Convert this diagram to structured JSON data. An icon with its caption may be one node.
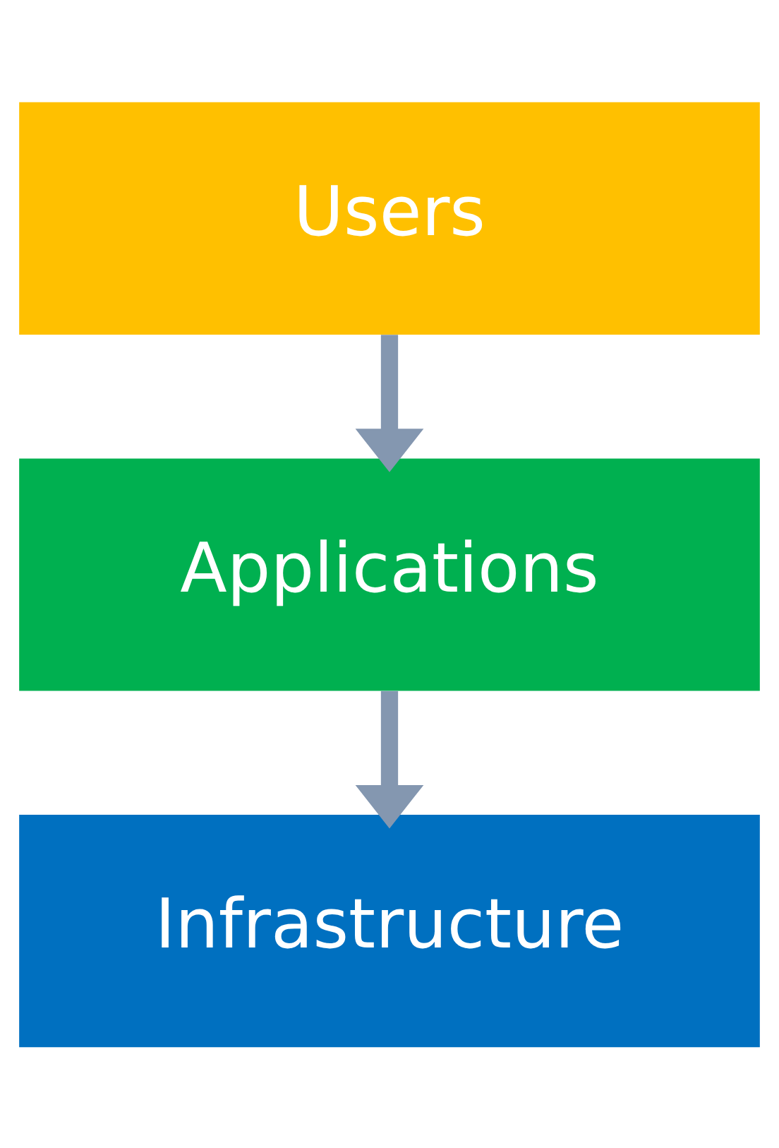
{
  "diagram": {
    "nodes": [
      {
        "text": [
          "Users"
        ]
      },
      {
        "text": [
          "Applications"
        ]
      },
      {
        "text": [
          "Infrastructure"
        ]
      }
    ],
    "edges": [
      {
        "from": 0,
        "to": 1,
        "arrow": "to"
      },
      {
        "from": 1,
        "to": 2,
        "arrow": "to"
      }
    ]
  }
}
